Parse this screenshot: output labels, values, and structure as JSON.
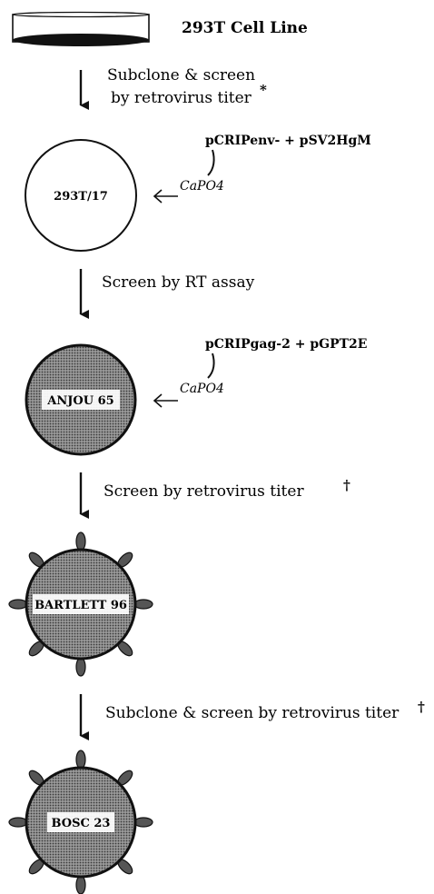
{
  "title": "293T Cell Line",
  "steps": [
    {
      "line1": "Subclone & screen",
      "line2": "by retrovirus titer",
      "mark": "*"
    },
    {
      "line1": "Screen by RT assay"
    },
    {
      "line1": "Screen by retrovirus titer",
      "mark": "†"
    },
    {
      "line1": "Subclone & screen by retrovirus titer",
      "mark": "†"
    }
  ],
  "cells": [
    {
      "label": "293T/17",
      "style": "open"
    },
    {
      "label": "ANJOU 65",
      "style": "shaded"
    },
    {
      "label": "BARTLETT 96",
      "style": "shaded-spiked"
    },
    {
      "label": "BOSC 23",
      "style": "shaded-spiked"
    }
  ],
  "transfections": [
    {
      "plasmids": "pCRIPenv- + pSV2HgM",
      "method": "CaPO4"
    },
    {
      "plasmids": "pCRIPgag-2 + pGPT2E",
      "method": "CaPO4"
    }
  ],
  "colors": {
    "ink": "#111111",
    "cell_fill": "#8f8f8f",
    "label_box": "#ffffff"
  }
}
